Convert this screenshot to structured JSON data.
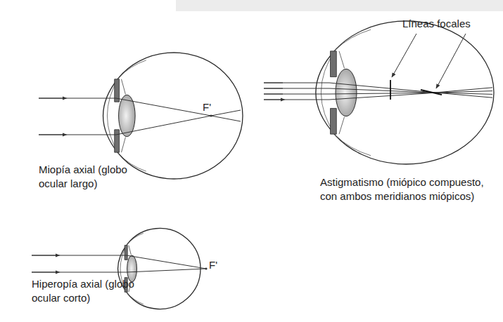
{
  "diagram": {
    "labels": [
      "Líneas focales",
      "F'",
      "Miopía axial (globo ocular largo)",
      "Astigmatismo (miópico compuesto, con ambos meridianos miópicos)",
      "F'",
      "Hiperopía axial (globo ocular corto)"
    ]
  }
}
